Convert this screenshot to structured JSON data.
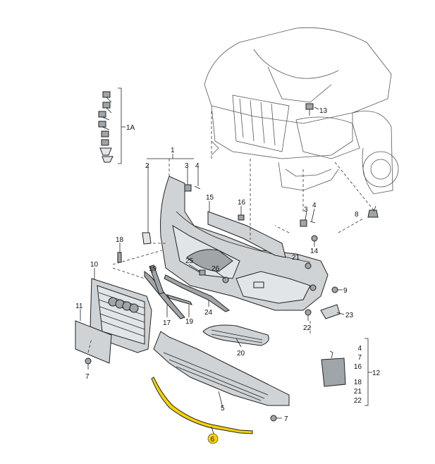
{
  "callouts": {
    "c1": "1",
    "c1A": "1A",
    "c2": "2",
    "c3a": "3",
    "c4a": "4",
    "c3b": "3",
    "c4b": "4",
    "c5": "5",
    "c6": "6",
    "c7a": "7",
    "c7b": "7",
    "c8": "8",
    "c9": "9",
    "c10": "10",
    "c11": "11",
    "c12": "12",
    "c13": "13",
    "c14": "14",
    "c15": "15",
    "c16": "16",
    "c17": "17",
    "c18": "18",
    "c19a": "19",
    "c19b": "19",
    "c20": "20",
    "c21": "21",
    "c22": "22",
    "c23": "23",
    "c24": "24",
    "c25": "25",
    "c26": "26"
  },
  "group12": [
    "4",
    "7",
    "16",
    "18",
    "21",
    "22"
  ],
  "highlight_color": "#f5d200"
}
